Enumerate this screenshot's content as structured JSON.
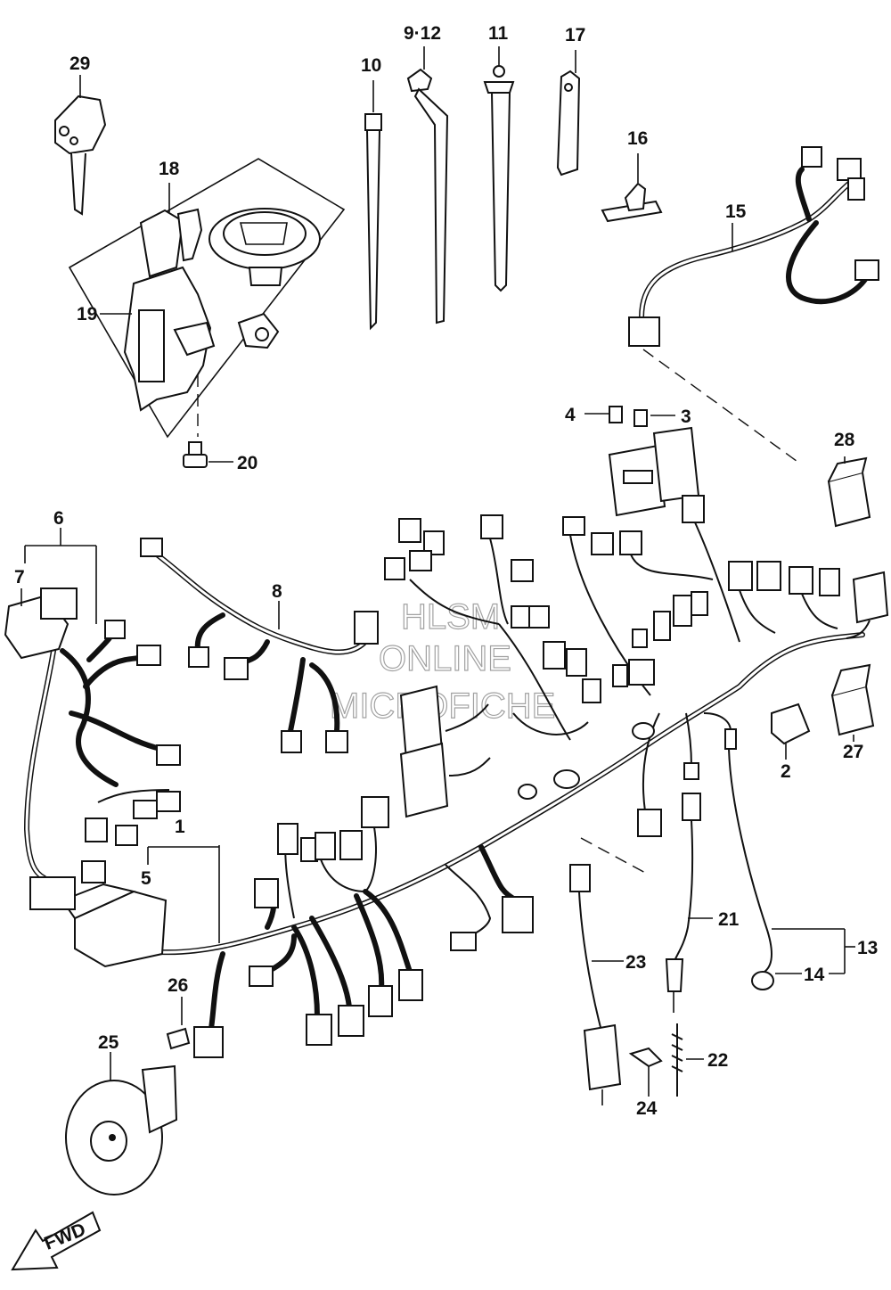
{
  "watermark": {
    "line1": "HLSM",
    "line2": "ONLINE",
    "line3": "MICROFICHE"
  },
  "fwd_arrow": {
    "label": "FWD"
  },
  "callouts": {
    "p1": "1",
    "p2": "2",
    "p3": "3",
    "p4": "4",
    "p5": "5",
    "p6": "6",
    "p7": "7",
    "p8": "8",
    "p9_12": "9·12",
    "p10": "10",
    "p11": "11",
    "p13": "13",
    "p14": "14",
    "p15": "15",
    "p16": "16",
    "p17": "17",
    "p18": "18",
    "p19": "19",
    "p20": "20",
    "p21": "21",
    "p22": "22",
    "p23": "23",
    "p24": "24",
    "p25": "25",
    "p26": "26",
    "p27": "27",
    "p28": "28",
    "p29": "29"
  }
}
